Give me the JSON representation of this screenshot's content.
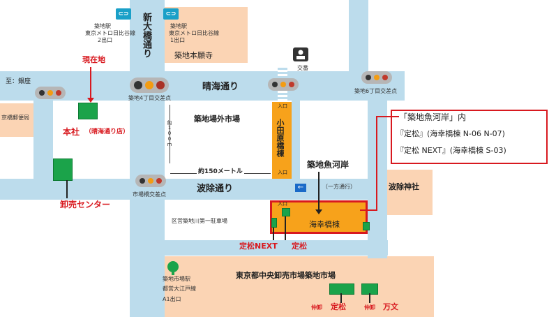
{
  "labels": {
    "station_top_left_name": "築地駅",
    "station_top_left_line": "東京メトロ日比谷線",
    "station_top_left_exit": "2出口",
    "station_top_right_name": "築地駅",
    "station_top_right_line": "東京メトロ日比谷線",
    "station_top_right_exit": "1出口",
    "hongwanji": "築地本願寺",
    "koban": "交番",
    "shin_ohashi": "新大橋通り",
    "harumi": "晴海通り",
    "to_ginza": "至：銀座",
    "genzaichi": "現在地",
    "kyobashi_post": "京橋郵便局",
    "honsha": "本社",
    "honsha_sub": "（晴海通り店）",
    "tsukiji4": "築地4丁目交差点",
    "tsukiji6": "築地6丁目交差点",
    "outer_market": "築地場外市場",
    "odawara": "小田原橋棟",
    "entrance": "入口",
    "approx_100m": "約100m",
    "approx_150m": "約150メートル",
    "uogashi": "築地魚河岸",
    "info_line1": "「築地魚河岸」内",
    "info_line2": "『定松』(海幸橋棟 N-06 N-07)",
    "info_line3": "『定松 NEXT』(海幸橋棟 S-03)",
    "oroshi_center": "卸売センター",
    "namiyoke": "波除通り",
    "ichibabashi": "市場橋交差点",
    "one_way": "（一方通行）",
    "namiyoke_shrine": "波除神社",
    "kaikobashi": "海幸橋棟",
    "parking": "区営築地川第一駐車場",
    "sadamatsu_next": "定松NEXT",
    "sadamatsu": "定松",
    "market_station_name": "築地市場駅",
    "market_station_line": "都営大江戸線",
    "market_station_exit": "A1出口",
    "central_market": "東京都中央卸売市場築地市場",
    "nakaoroshi1": "仲卸",
    "sadamatsu_bottom": "定松",
    "nakaoroshi2": "仲卸",
    "manbun": "万文"
  },
  "colors": {
    "road": "#bcdcec",
    "block": "#fbd4b4",
    "orange_building": "#f7a21b",
    "highlight": "#d8191f",
    "shop_green": "#1ba34a",
    "station_blue": "#1aa0c8"
  },
  "icons": [
    "train-station-icon",
    "police-box-icon",
    "traffic-signal-icon",
    "metro-station-icon",
    "one-way-arrow-icon"
  ]
}
